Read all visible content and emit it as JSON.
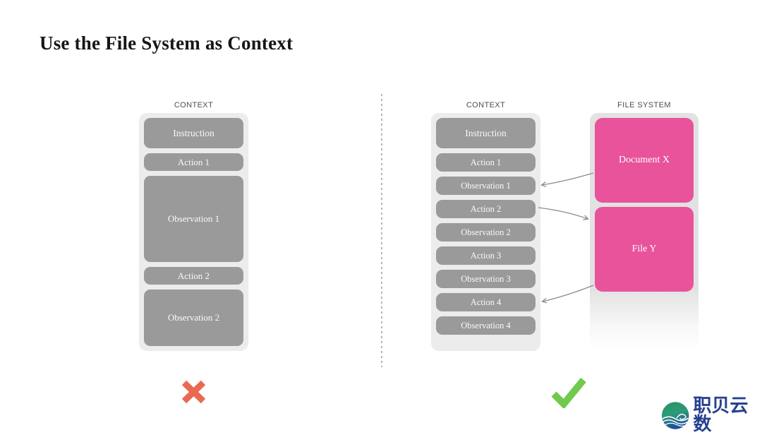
{
  "title": "Use the File System as Context",
  "bad": {
    "header": "CONTEXT",
    "items": [
      "Instruction",
      "Action 1",
      "Observation 1",
      "Action 2",
      "Observation 2"
    ],
    "verdict_icon": "cross-icon"
  },
  "good": {
    "context": {
      "header": "CONTEXT",
      "items": [
        "Instruction",
        "Action 1",
        "Observation 1",
        "Action 2",
        "Observation 2",
        "Action 3",
        "Observation 3",
        "Action 4",
        "Observation 4"
      ]
    },
    "file_system": {
      "header": "FILE SYSTEM",
      "items": [
        "Document X",
        "File Y"
      ]
    },
    "verdict_icon": "check-icon"
  },
  "connections": [
    {
      "from": "Document X",
      "to": "Observation 1"
    },
    {
      "from": "Action 2",
      "to": "File Y"
    },
    {
      "from": "File Y",
      "to": "Action 4"
    }
  ],
  "logo": {
    "text": "职贝云数",
    "icon": "globe-wave-icon"
  },
  "colors": {
    "title_text": "#161616",
    "header_text": "#4d4d4d",
    "container": "#ececec",
    "fs_container": "#e2e2e2",
    "gray_box": "#9a9a9a",
    "pink": "#e8539b",
    "divider": "#b5b5b5",
    "arrow": "#8c8c8c",
    "cross": "#e96a50",
    "check": "#71c94d",
    "logo_blue": "#26418f"
  }
}
